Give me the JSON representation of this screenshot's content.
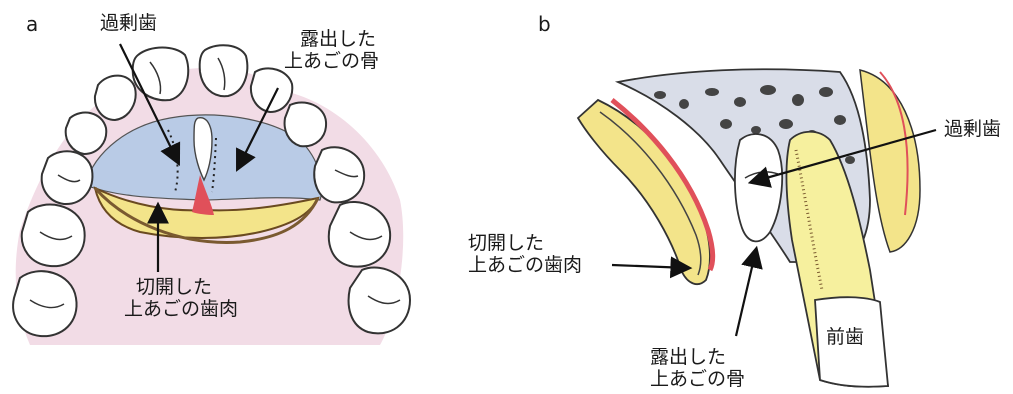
{
  "panels": {
    "a": {
      "letter": "a",
      "labels": {
        "supernumerary": "過剰歯",
        "exposed_bone_line1": "露出した",
        "exposed_bone_line2": "上あごの骨",
        "incised_gum_line1": "切開した",
        "incised_gum_line2": "上あごの歯肉"
      }
    },
    "b": {
      "letter": "b",
      "labels": {
        "supernumerary": "過剰歯",
        "incised_gum_line1": "切開した",
        "incised_gum_line2": "上あごの歯肉",
        "front_tooth": "前歯",
        "exposed_bone_line1": "露出した",
        "exposed_bone_line2": "上あごの骨"
      }
    }
  },
  "colors": {
    "bone_blue": "#b9cbe6",
    "gum_yellow": "#f3e48a",
    "palate_pink": "#f2dce6",
    "blood_red": "#e0505a",
    "tooth_white": "#ffffff",
    "outline": "#333333"
  }
}
